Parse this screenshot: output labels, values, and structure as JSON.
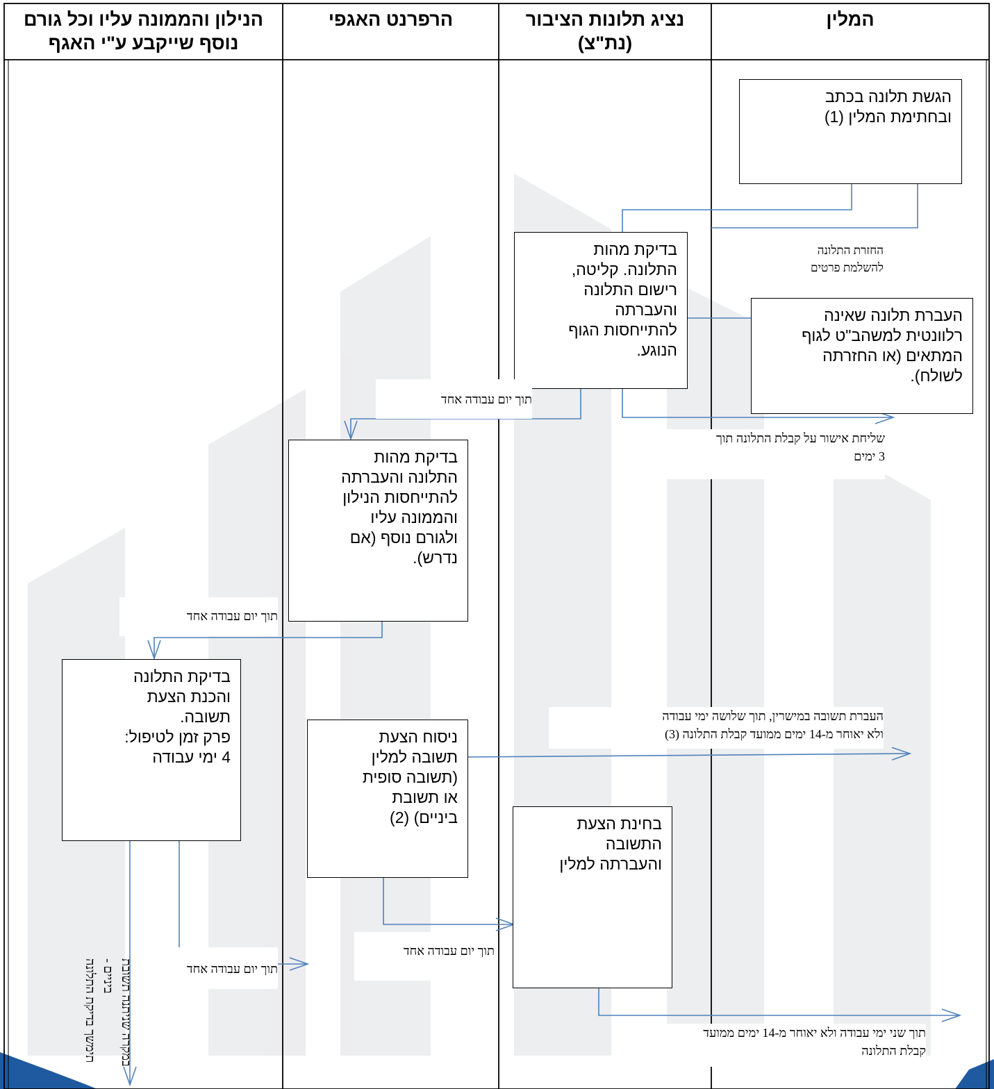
{
  "colors": {
    "connector": "#4f81bd",
    "border": "#000000",
    "watermark": "#dfe0e2",
    "accent": "#1f5aa0"
  },
  "lanes": [
    {
      "id": "applicant",
      "label": "המלין"
    },
    {
      "id": "ombudsman",
      "label": "נציג תלונות הציבור\n(נת\"צ)"
    },
    {
      "id": "referent",
      "label": "הרפרנט האגפי"
    },
    {
      "id": "supervisor",
      "label": "הנילון והממונה עליו וכל גורם\nנוסף שייקבע ע\"י האגף"
    }
  ],
  "steps": {
    "submit": "הגשת תלונה בכתב\nובחתימת המלין (1)",
    "check_intake": "בדיקת מהות\nהתלונה. קליטה,\nרישום התלונה\nוהעברתה\nלהתייחסות הגוף\nהנוגע.",
    "forward_irrelevant": "העברת תלונה שאינה\nרלוונטית למשהב\"ט לגוף\nהמתאים (או החזרתה\nלשולח).",
    "referent_check": "בדיקת מהות\nהתלונה והעברתה\nלהתייחסות הנילון\nוהממונה עליו\nולגורם נוסף (אם\nנדרש).",
    "complaint_review": "בדיקת התלונה\nוהכנת הצעת\nתשובה.\nפרק זמן לטיפול:\n4 ימי עבודה",
    "draft_reply": "ניסוח הצעת\nתשובה למלין\n(תשובה סופית\nאו תשובת\nביניים) (2)",
    "examine_reply": "בחינת הצעת\nהתשובה\nוהעברתה למלין"
  },
  "notes": {
    "return_for_details": "החזרת התלונה\nלהשלמת פרטים",
    "within_one_day_1": "תוך יום עבודה אחד",
    "ack_receipt": "שליחת אישור על קבלת התלונה תוך\n3 ימים",
    "within_one_day_2": "תוך יום עבודה אחד",
    "direct_reply": "העברת תשובה במישרין, תוך שלושה ימי עבודה\nולא יאוחר מ-14 ימים ממועד קבלת התלונה (3)",
    "within_one_day_3": "תוך יום עבודה אחד",
    "within_one_day_4": "תוך יום עבודה אחד",
    "within_two_days": "תוך שני ימי עבודה ולא יאוחר מ-14 ימים ממועד\nקבלת התלונה",
    "interim_vertical": "במקרה שניתנה תשובת ביניים -\nתימשך בדיקת התלונה"
  }
}
